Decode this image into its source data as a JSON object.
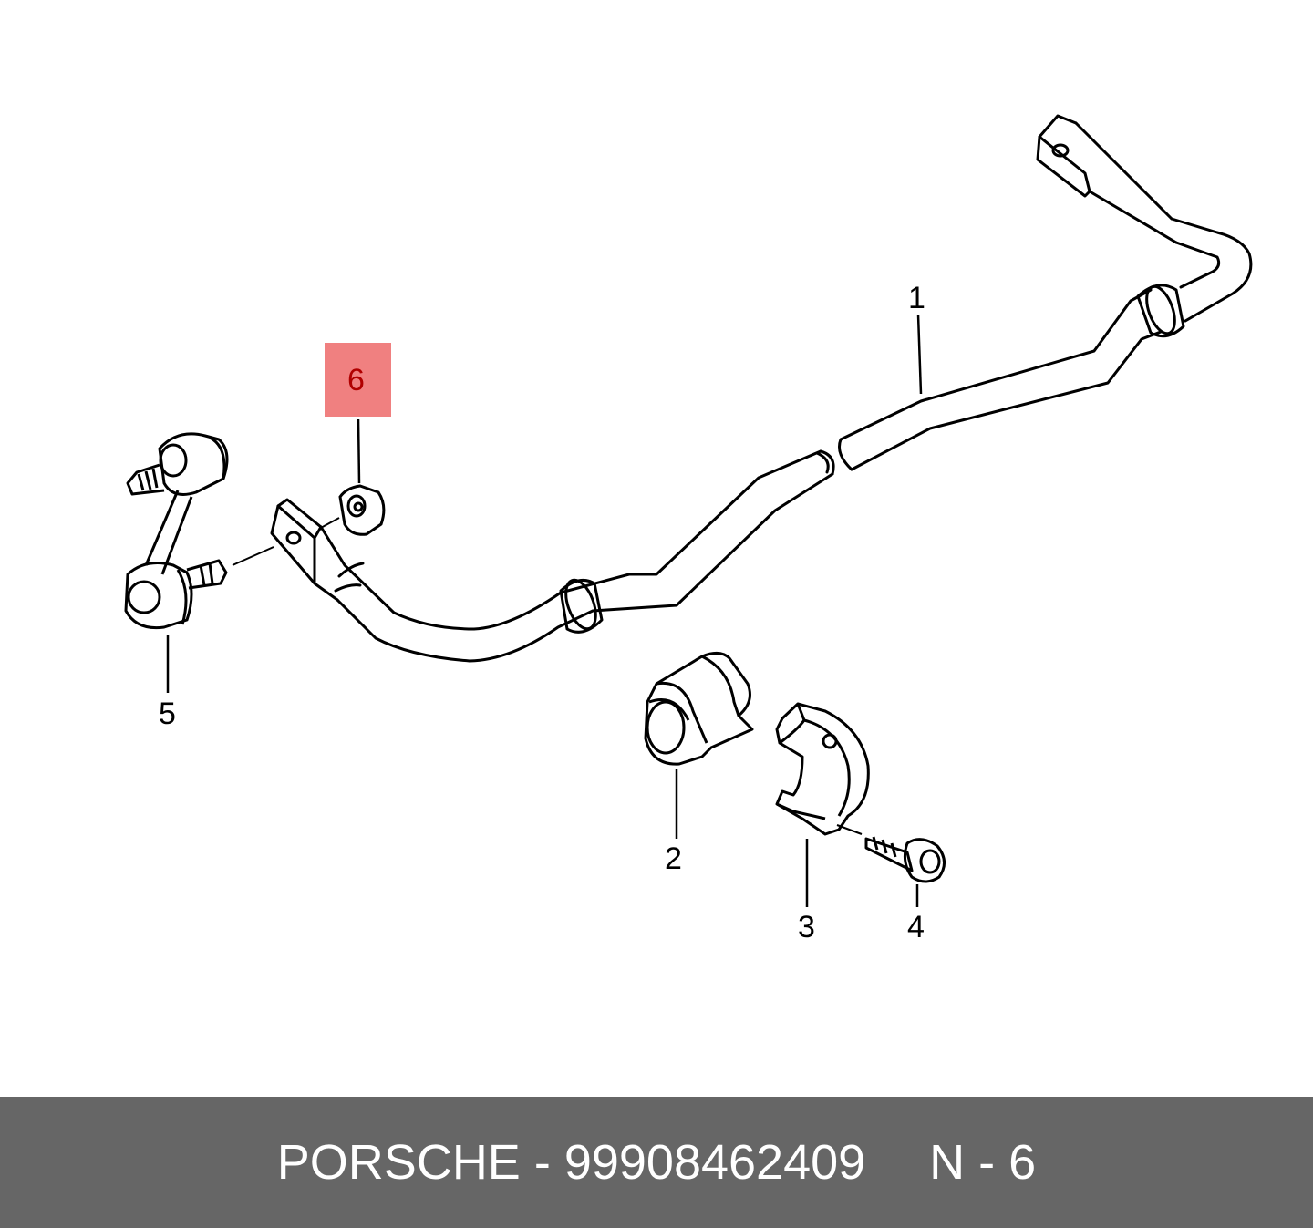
{
  "diagram": {
    "callouts": [
      {
        "id": "1",
        "label": "1"
      },
      {
        "id": "2",
        "label": "2"
      },
      {
        "id": "3",
        "label": "3"
      },
      {
        "id": "4",
        "label": "4"
      },
      {
        "id": "5",
        "label": "5"
      },
      {
        "id": "6",
        "label": "6",
        "highlighted": true
      }
    ],
    "highlight_color": "#f08080"
  },
  "footer": {
    "part_caption": "PORSCHE - 99908462409",
    "position_caption": "N - 6",
    "background_color": "#666666",
    "text_color": "#ffffff"
  }
}
